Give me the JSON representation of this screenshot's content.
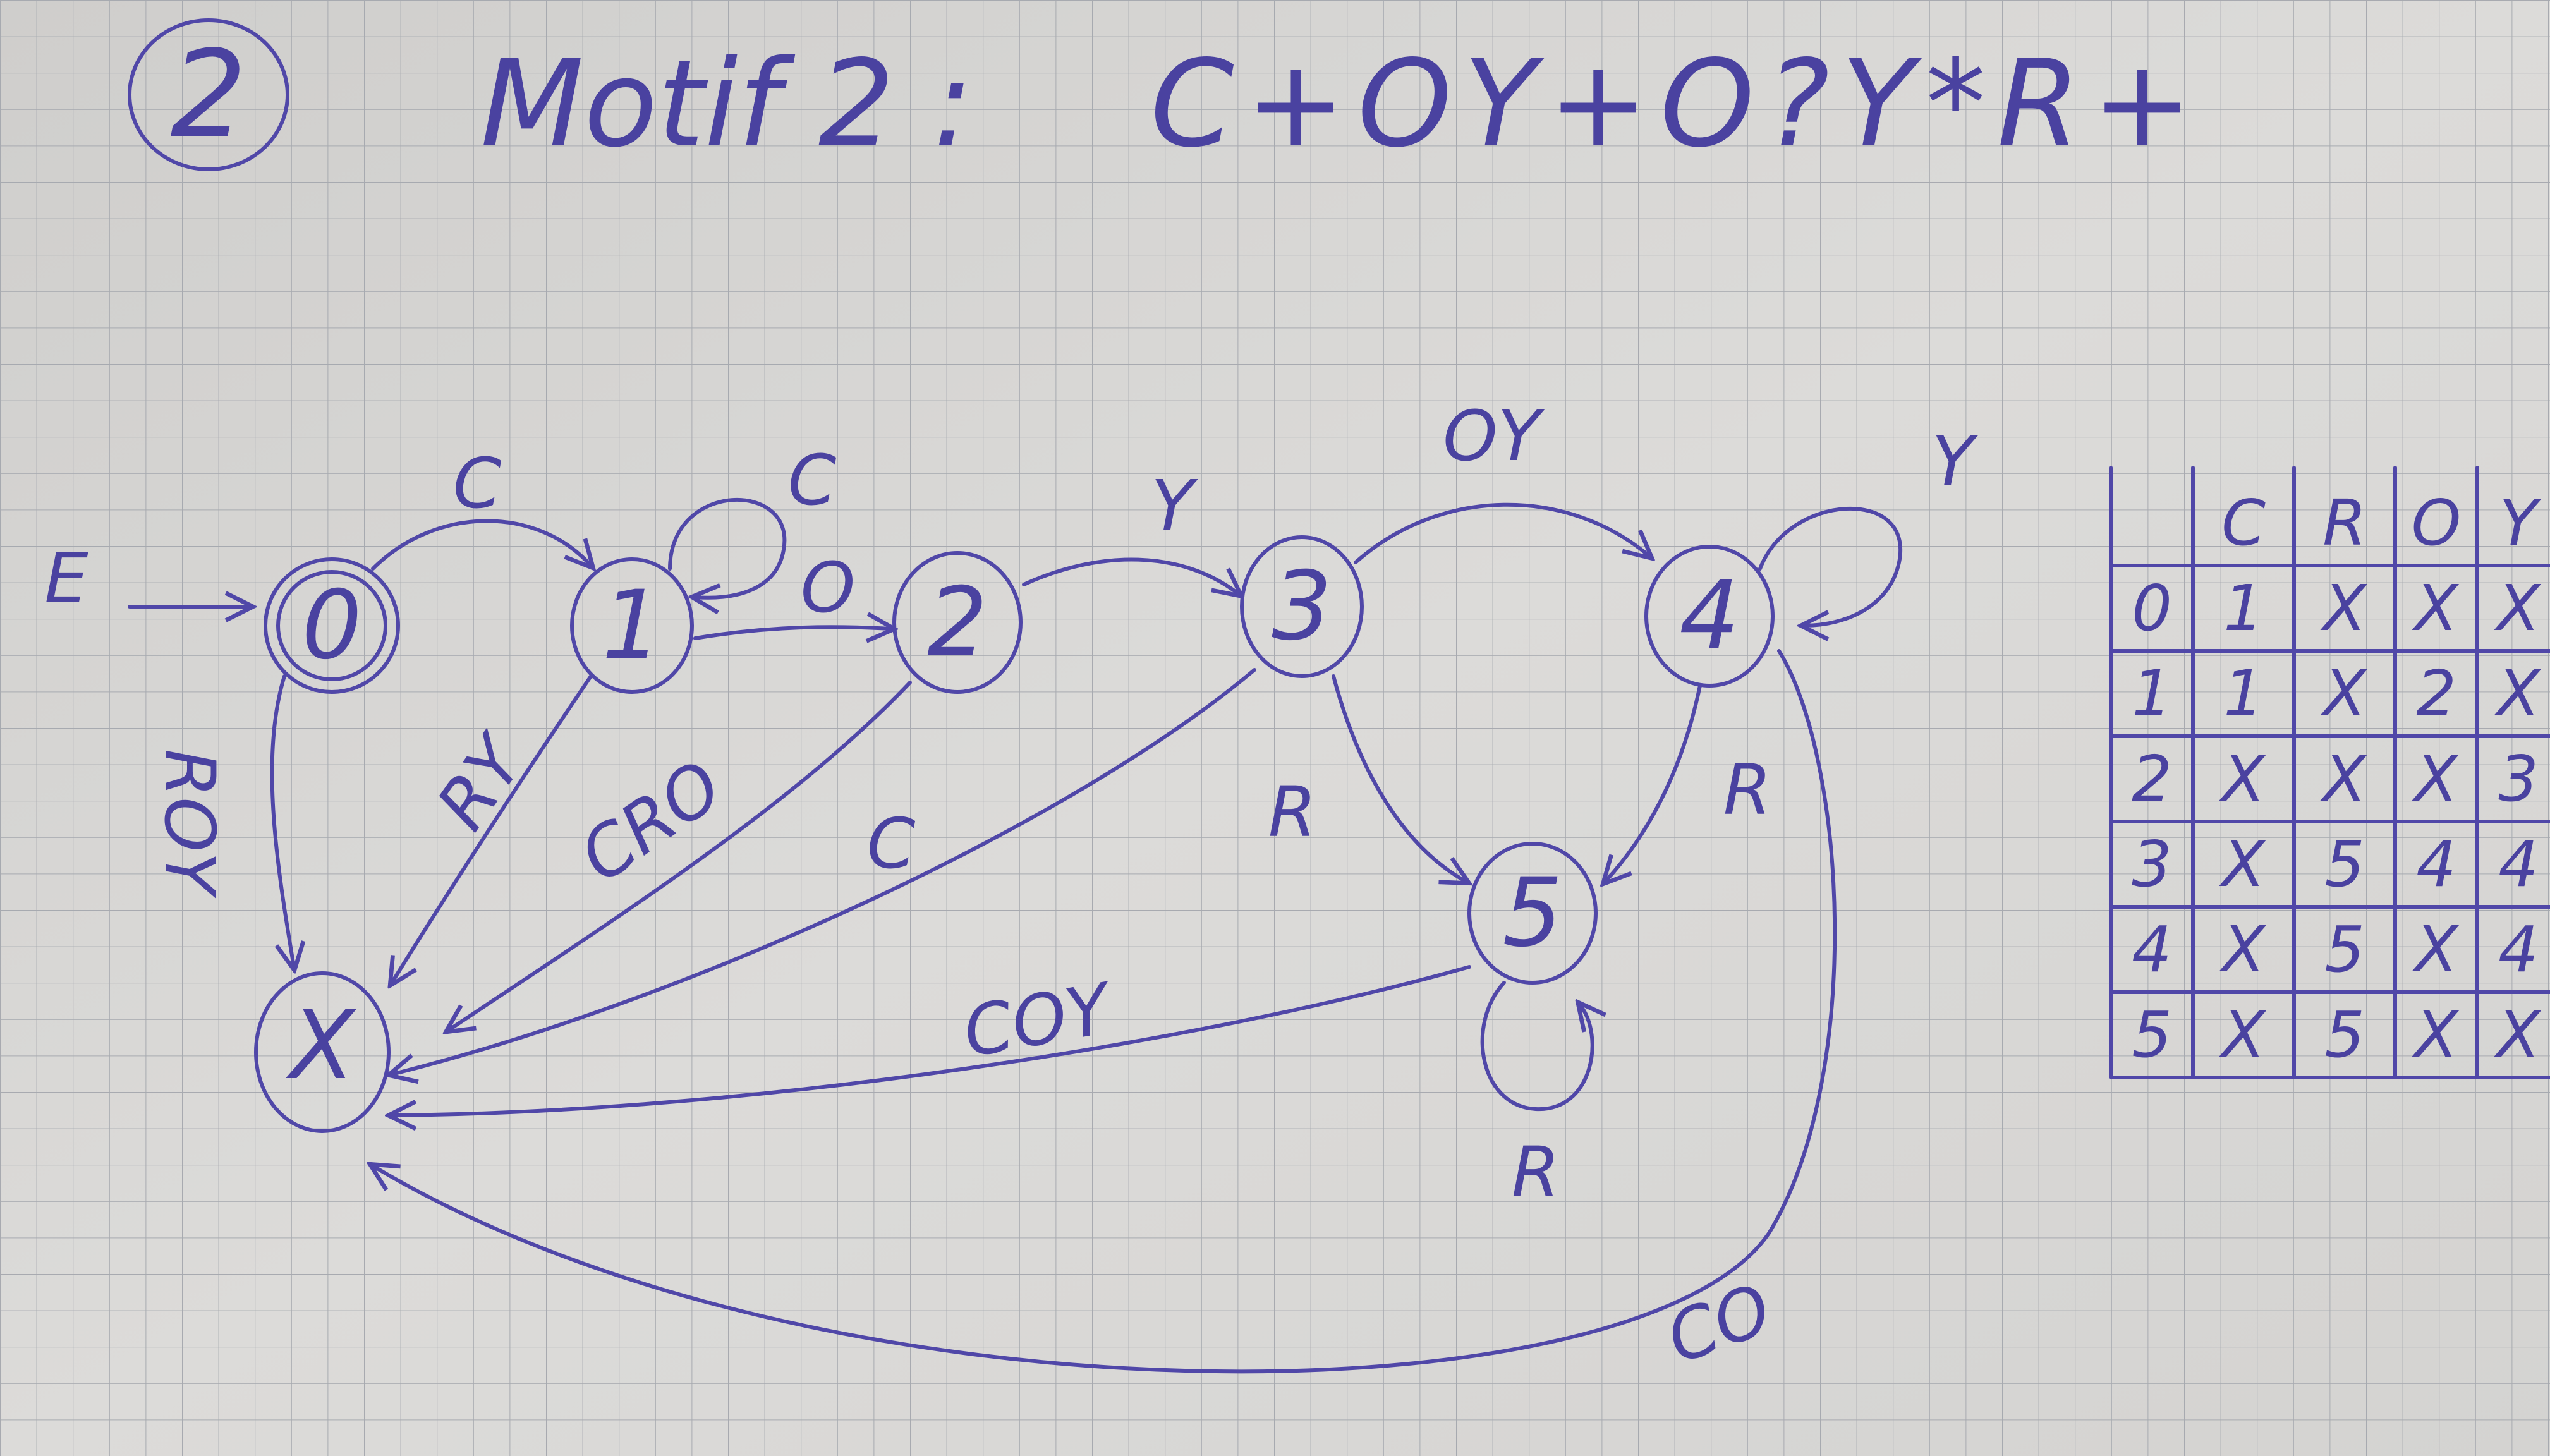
{
  "header": {
    "number": "2",
    "title": "Motif 2 :",
    "pattern": "C+OY+O?Y*R+"
  },
  "automaton": {
    "start_label": "E",
    "states": [
      {
        "id": "s0",
        "label": "0"
      },
      {
        "id": "s1",
        "label": "1"
      },
      {
        "id": "s2",
        "label": "2"
      },
      {
        "id": "s3",
        "label": "3"
      },
      {
        "id": "s4",
        "label": "4"
      },
      {
        "id": "s5",
        "label": "5"
      },
      {
        "id": "sx",
        "label": "X"
      }
    ],
    "transitions": [
      {
        "id": "t01",
        "from": "0",
        "to": "1",
        "label": "C"
      },
      {
        "id": "t11",
        "from": "1",
        "to": "1",
        "label": "C"
      },
      {
        "id": "t12",
        "from": "1",
        "to": "2",
        "label": "O"
      },
      {
        "id": "t23",
        "from": "2",
        "to": "3",
        "label": "Y"
      },
      {
        "id": "t34",
        "from": "3",
        "to": "4",
        "label": "OY"
      },
      {
        "id": "t44",
        "from": "4",
        "to": "4",
        "label": "Y"
      },
      {
        "id": "t35",
        "from": "3",
        "to": "5",
        "label": "R"
      },
      {
        "id": "t45",
        "from": "4",
        "to": "5",
        "label": "R"
      },
      {
        "id": "t55",
        "from": "5",
        "to": "5",
        "label": "R"
      },
      {
        "id": "t0x",
        "from": "0",
        "to": "X",
        "label": "ROY"
      },
      {
        "id": "t1x",
        "from": "1",
        "to": "X",
        "label": "RY"
      },
      {
        "id": "t2x",
        "from": "2",
        "to": "X",
        "label": "CRO"
      },
      {
        "id": "t3x",
        "from": "3",
        "to": "X",
        "label": "C"
      },
      {
        "id": "t5x",
        "from": "5",
        "to": "X",
        "label": "COY"
      },
      {
        "id": "t4x",
        "from": "4",
        "to": "X",
        "label": "CO"
      }
    ]
  },
  "table": {
    "headers": [
      "",
      "C",
      "R",
      "O",
      "Y"
    ],
    "rows": [
      [
        "0",
        "1",
        "X",
        "X",
        "X"
      ],
      [
        "1",
        "1",
        "X",
        "2",
        "X"
      ],
      [
        "2",
        "X",
        "X",
        "X",
        "3"
      ],
      [
        "3",
        "X",
        "5",
        "4",
        "4"
      ],
      [
        "4",
        "X",
        "5",
        "X",
        "4"
      ],
      [
        "5",
        "X",
        "5",
        "X",
        "X"
      ]
    ]
  },
  "colors": {
    "paper": "#d9d8d6",
    "grid": "#9fa3ab",
    "ink": "#5047a8"
  }
}
